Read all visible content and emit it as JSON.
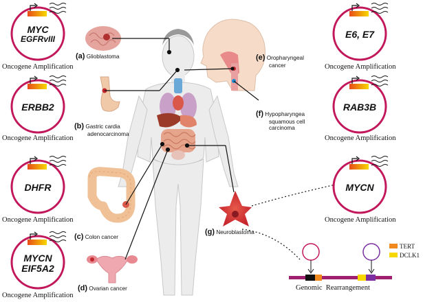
{
  "oncogene_caption": "Oncogene Amplification",
  "cancers": {
    "a": {
      "letter": "(a)",
      "name": "Glioblastoma",
      "genes": [
        "MYC",
        "EGFRvIII"
      ]
    },
    "b": {
      "letter": "(b)",
      "name_line1": "Gastric cardia",
      "name_line2": "adenocarcinoma",
      "genes": [
        "ERBB2"
      ]
    },
    "c": {
      "letter": "(c)",
      "name": "Colon cancer",
      "genes": [
        "DHFR"
      ]
    },
    "d": {
      "letter": "(d)",
      "name": "Ovarian cancer",
      "genes": [
        "MYCN",
        "EIF5A2"
      ]
    },
    "e": {
      "letter": "(e)",
      "name_line1": "Oropharyngeal",
      "name_line2": "cancer",
      "genes": [
        "E6, E7"
      ]
    },
    "f": {
      "letter": "(f)",
      "name_line1": "Hypopharyngea",
      "name_line2": "squamous cell",
      "name_line3": "carcinoma",
      "genes": [
        "RAB3B"
      ]
    },
    "g": {
      "letter": "(g)",
      "name": "Neuroblastoma",
      "genes": [
        "MYCN"
      ]
    }
  },
  "rearrangement": {
    "caption": "Genomic  Rearrangement",
    "legend": [
      {
        "label": "TERT",
        "color": "#f08a1e"
      },
      {
        "label": "DCLK1",
        "color": "#f7d800"
      }
    ]
  },
  "colors": {
    "ring": "#c2185b",
    "bar_orange": "#f08a1e",
    "bar_yellow": "#f7d800",
    "purple_ring": "#7b2fa0",
    "body_fill": "#ececec"
  }
}
